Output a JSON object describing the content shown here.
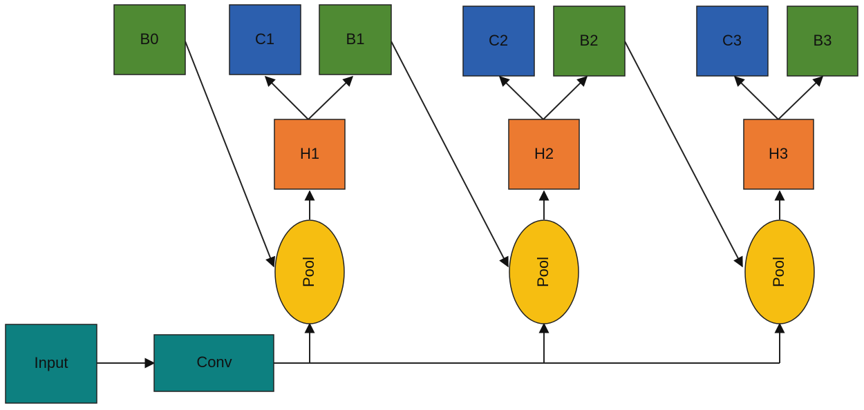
{
  "colors": {
    "teal": "#0d8080",
    "green": "#4f8a33",
    "blue": "#2c5fae",
    "orange": "#ec7a30",
    "yellow": "#f6be11",
    "line": "#222222"
  },
  "nodes": {
    "input": "Input",
    "conv": "Conv",
    "b0": "B0",
    "c1": "C1",
    "b1": "B1",
    "c2": "C2",
    "b2": "B2",
    "c3": "C3",
    "b3": "B3",
    "h1": "H1",
    "h2": "H2",
    "h3": "H3",
    "pool1": "Pool",
    "pool2": "Pool",
    "pool3": "Pool"
  }
}
